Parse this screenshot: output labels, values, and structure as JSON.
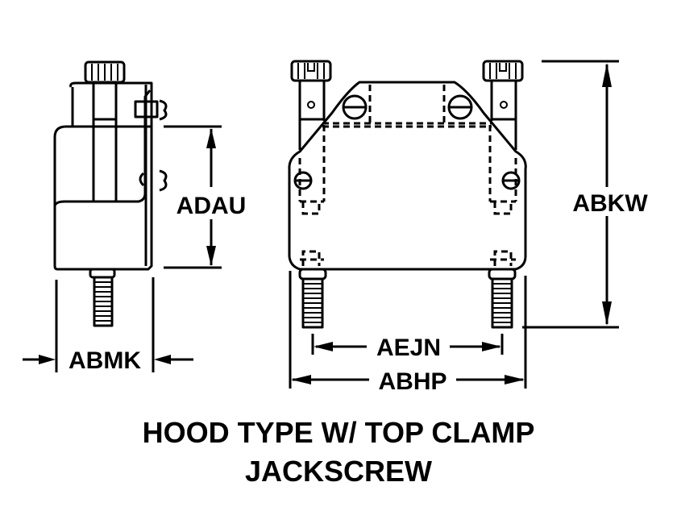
{
  "diagram": {
    "title_line1": "HOOD TYPE W/ TOP CLAMP",
    "title_line2": "JACKSCREW",
    "dimensions": {
      "side_height": "ADAU",
      "side_width": "ABMK",
      "front_height": "ABKW",
      "screw_spacing": "AEJN",
      "front_width": "ABHP"
    },
    "views": [
      "side-view",
      "front-view"
    ]
  }
}
